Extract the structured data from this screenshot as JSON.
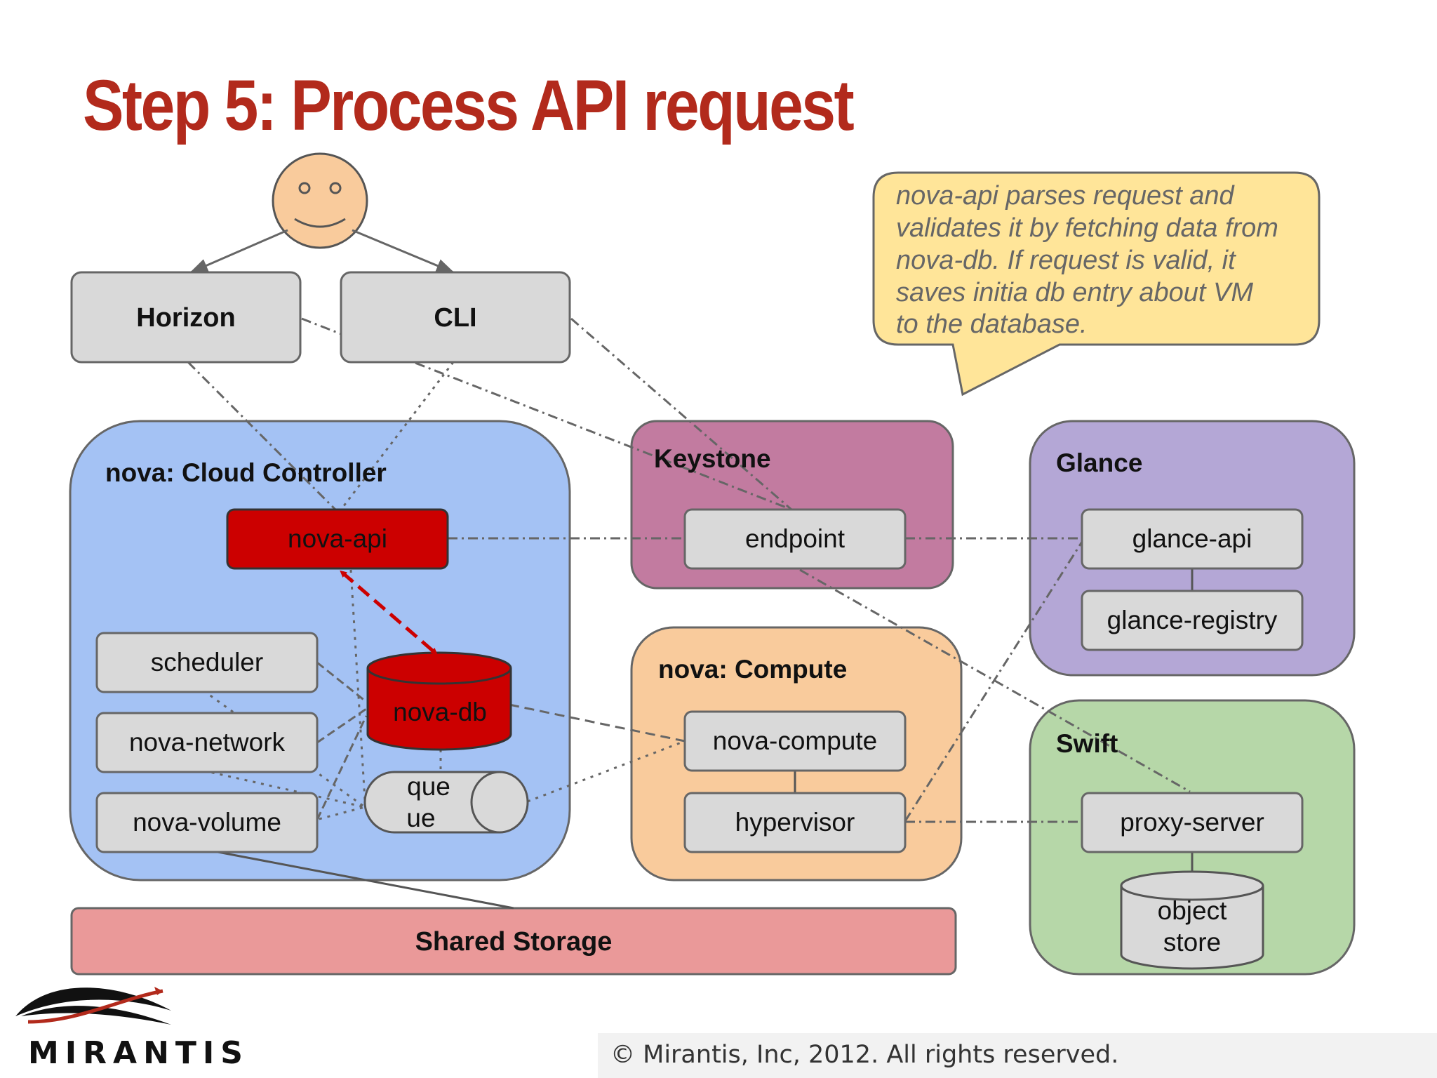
{
  "title": "Step 5: Process API request",
  "user": {
    "icon": "smiley-face-icon"
  },
  "clients": {
    "horizon": "Horizon",
    "cli": "CLI"
  },
  "callout": {
    "lines": [
      "nova-api parses request and",
      "validates it by fetching data from",
      "nova-db. If request is valid, it",
      "saves initia db entry about VM",
      "to the database."
    ]
  },
  "cloud_controller": {
    "title": "nova: Cloud Controller",
    "nova_api": "nova-api",
    "scheduler": "scheduler",
    "nova_network": "nova-network",
    "nova_volume": "nova-volume",
    "nova_db": "nova-db",
    "queue": [
      "que",
      "ue"
    ]
  },
  "keystone": {
    "title": "Keystone",
    "endpoint": "endpoint"
  },
  "glance": {
    "title": "Glance",
    "api": "glance-api",
    "registry": "glance-registry"
  },
  "compute": {
    "title": "nova: Compute",
    "nova_compute": "nova-compute",
    "hypervisor": "hypervisor"
  },
  "swift": {
    "title": "Swift",
    "proxy": "proxy-server",
    "object_store": [
      "object",
      "store"
    ]
  },
  "shared_storage": "Shared Storage",
  "footer": {
    "logo": "MIRANTIS",
    "copyright": "© Mirantis, Inc, 2012. All rights reserved."
  },
  "colors": {
    "title": "#b22a1c",
    "cloud_controller": "#a4c2f4",
    "keystone": "#c27ba0",
    "glance": "#b4a7d6",
    "compute": "#f9cb9c",
    "swift": "#b6d7a8",
    "shared_storage": "#ea9999",
    "highlight": "#cc0000",
    "callout": "#ffe599",
    "component": "#d9d9d9"
  }
}
